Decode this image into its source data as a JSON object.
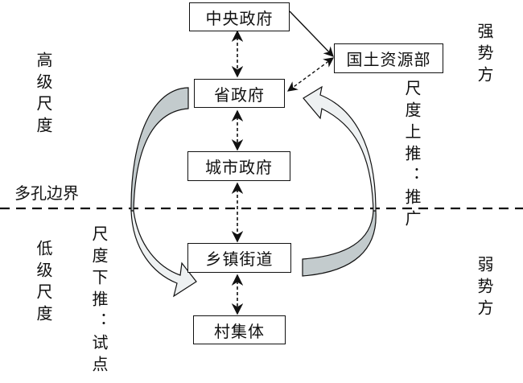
{
  "diagram": {
    "nodes": {
      "central_gov": "中央政府",
      "land_ministry": "国土资源部",
      "provincial_gov": "省政府",
      "city_gov": "城市政府",
      "township": "乡镇街道",
      "village": "村集体"
    },
    "labels": {
      "high_scale": "高级尺度",
      "low_scale": "低级尺度",
      "strong_party": "强势方",
      "weak_party": "弱势方",
      "porous_boundary": "多孔边界",
      "scale_up": "尺度上推：推广",
      "scale_down": "尺度下推：试点"
    },
    "colors": {
      "stroke": "#111111",
      "arrow_dark_fill": "#c3cbcd",
      "arrow_light_fill": "#eef1f2"
    },
    "edges": [
      {
        "from": "central_gov",
        "to": "provincial_gov",
        "style": "dashed-bidirectional"
      },
      {
        "from": "central_gov",
        "to": "land_ministry",
        "style": "solid"
      },
      {
        "from": "land_ministry",
        "to": "provincial_gov",
        "style": "dashed-bidirectional"
      },
      {
        "from": "provincial_gov",
        "to": "city_gov",
        "style": "dashed-bidirectional"
      },
      {
        "from": "city_gov",
        "to": "township",
        "style": "dashed-bidirectional"
      },
      {
        "from": "township",
        "to": "village",
        "style": "dashed-bidirectional"
      },
      {
        "from": "provincial_gov",
        "to": "township",
        "style": "curved-block-arrow",
        "meaning": "scale_down"
      },
      {
        "from": "township",
        "to": "provincial_gov",
        "style": "curved-block-arrow",
        "meaning": "scale_up"
      }
    ]
  }
}
